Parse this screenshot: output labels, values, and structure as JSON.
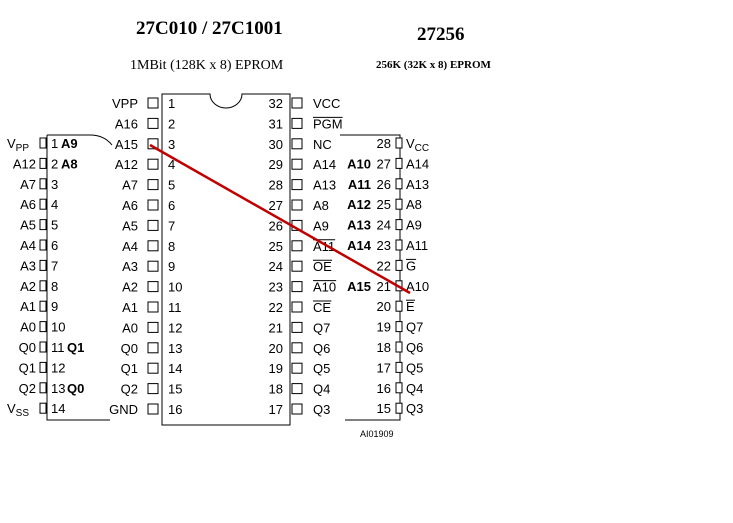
{
  "title_left": "27C010 / 27C1001",
  "subtitle_left": "1MBit (128K x 8) EPROM",
  "title_right": "27256",
  "subtitle_right": "256K  (32K x 8)  EPROM",
  "footnote": "AI01909",
  "colors": {
    "line": "#000000",
    "red_wire": "#c00000"
  },
  "big_chip": {
    "left_pins": [
      {
        "num": "1",
        "name": "VPP"
      },
      {
        "num": "2",
        "name": "A16"
      },
      {
        "num": "3",
        "name": "A15"
      },
      {
        "num": "4",
        "name": "A12"
      },
      {
        "num": "5",
        "name": "A7"
      },
      {
        "num": "6",
        "name": "A6"
      },
      {
        "num": "7",
        "name": "A5"
      },
      {
        "num": "8",
        "name": "A4"
      },
      {
        "num": "9",
        "name": "A3"
      },
      {
        "num": "10",
        "name": "A2"
      },
      {
        "num": "11",
        "name": "A1"
      },
      {
        "num": "12",
        "name": "A0"
      },
      {
        "num": "13",
        "name": "Q0"
      },
      {
        "num": "14",
        "name": "Q1"
      },
      {
        "num": "15",
        "name": "Q2"
      },
      {
        "num": "16",
        "name": "GND"
      }
    ],
    "right_pins": [
      {
        "num": "32",
        "name": "VCC",
        "over": false
      },
      {
        "num": "31",
        "name": "PGM",
        "over": true
      },
      {
        "num": "30",
        "name": "NC",
        "over": false
      },
      {
        "num": "29",
        "name": "A14",
        "over": false
      },
      {
        "num": "28",
        "name": "A13",
        "over": false
      },
      {
        "num": "27",
        "name": "A8",
        "over": false
      },
      {
        "num": "26",
        "name": "A9",
        "over": false
      },
      {
        "num": "25",
        "name": "A11",
        "over": true
      },
      {
        "num": "24",
        "name": "OE",
        "over": true
      },
      {
        "num": "23",
        "name": "A10",
        "over": true
      },
      {
        "num": "22",
        "name": "CE",
        "over": true
      },
      {
        "num": "21",
        "name": "Q7",
        "over": false
      },
      {
        "num": "20",
        "name": "Q6",
        "over": false
      },
      {
        "num": "19",
        "name": "Q5",
        "over": false
      },
      {
        "num": "18",
        "name": "Q4",
        "over": false
      },
      {
        "num": "17",
        "name": "Q3",
        "over": false
      }
    ]
  },
  "small_chip": {
    "left_pins": [
      {
        "num": "1",
        "name": "V",
        "sub": "PP",
        "extra": "A9"
      },
      {
        "num": "2",
        "name": "A12",
        "sub": "",
        "extra": "A8"
      },
      {
        "num": "3",
        "name": "A7",
        "sub": "",
        "extra": ""
      },
      {
        "num": "4",
        "name": "A6",
        "sub": "",
        "extra": ""
      },
      {
        "num": "5",
        "name": "A5",
        "sub": "",
        "extra": ""
      },
      {
        "num": "6",
        "name": "A4",
        "sub": "",
        "extra": ""
      },
      {
        "num": "7",
        "name": "A3",
        "sub": "",
        "extra": ""
      },
      {
        "num": "8",
        "name": "A2",
        "sub": "",
        "extra": ""
      },
      {
        "num": "9",
        "name": "A1",
        "sub": "",
        "extra": ""
      },
      {
        "num": "10",
        "name": "A0",
        "sub": "",
        "extra": ""
      },
      {
        "num": "11",
        "name": "Q0",
        "sub": "",
        "extra": "Q1"
      },
      {
        "num": "12",
        "name": "Q1",
        "sub": "",
        "extra": ""
      },
      {
        "num": "13",
        "name": "Q2",
        "sub": "",
        "extra": "Q0"
      },
      {
        "num": "14",
        "name": "V",
        "sub": "SS",
        "extra": ""
      }
    ],
    "right_pins": [
      {
        "num": "28",
        "name": "V",
        "sub": "CC",
        "extra": "",
        "over": false
      },
      {
        "num": "27",
        "name": "A14",
        "sub": "",
        "extra": "A10",
        "over": false
      },
      {
        "num": "26",
        "name": "A13",
        "sub": "",
        "extra": "A11",
        "over": false
      },
      {
        "num": "25",
        "name": "A8",
        "sub": "",
        "extra": "A12",
        "over": false
      },
      {
        "num": "24",
        "name": "A9",
        "sub": "",
        "extra": "A13",
        "over": false
      },
      {
        "num": "23",
        "name": "A11",
        "sub": "",
        "extra": "A14",
        "over": false
      },
      {
        "num": "22",
        "name": "G",
        "sub": "",
        "extra": "",
        "over": true
      },
      {
        "num": "21",
        "name": "A10",
        "sub": "",
        "extra": "A15",
        "over": false
      },
      {
        "num": "20",
        "name": "E",
        "sub": "",
        "extra": "",
        "over": true
      },
      {
        "num": "19",
        "name": "Q7",
        "sub": "",
        "extra": "",
        "over": false
      },
      {
        "num": "18",
        "name": "Q6",
        "sub": "",
        "extra": "",
        "over": false
      },
      {
        "num": "17",
        "name": "Q5",
        "sub": "",
        "extra": "",
        "over": false
      },
      {
        "num": "16",
        "name": "Q4",
        "sub": "",
        "extra": "",
        "over": false
      },
      {
        "num": "15",
        "name": "Q3",
        "sub": "",
        "extra": "",
        "over": false
      }
    ]
  }
}
